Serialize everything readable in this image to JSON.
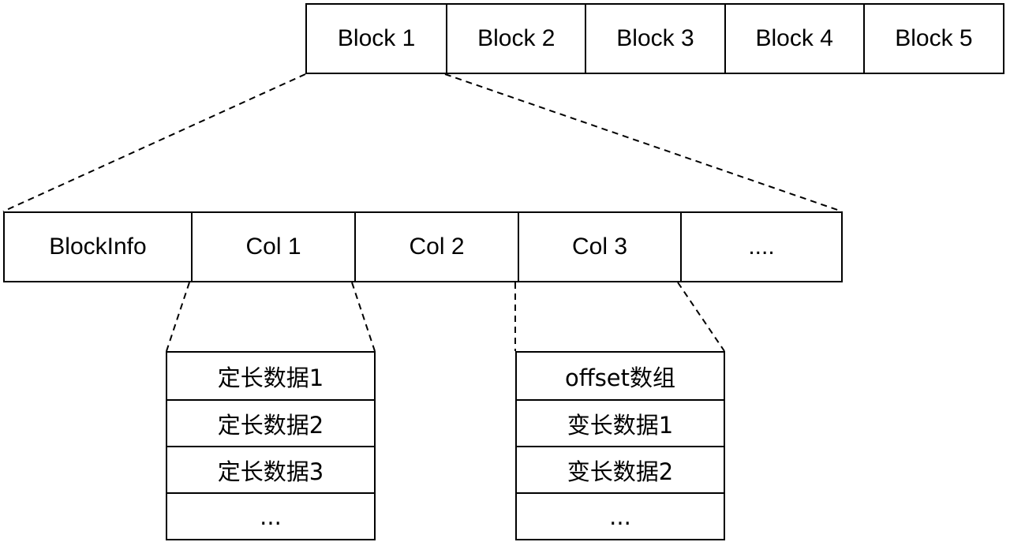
{
  "blocks": {
    "items": [
      "Block 1",
      "Block 2",
      "Block 3",
      "Block 4",
      "Block 5"
    ]
  },
  "columns": {
    "items": [
      "BlockInfo",
      "Col 1",
      "Col 2",
      "Col 3",
      "...."
    ]
  },
  "fixed_length": {
    "items": [
      "定长数据1",
      "定长数据2",
      "定长数据3",
      "..."
    ]
  },
  "variable_length": {
    "items": [
      "offset数组",
      "变长数据1",
      "变长数据2",
      "..."
    ]
  },
  "colors": {
    "stroke": "#000000",
    "background": "#ffffff"
  }
}
